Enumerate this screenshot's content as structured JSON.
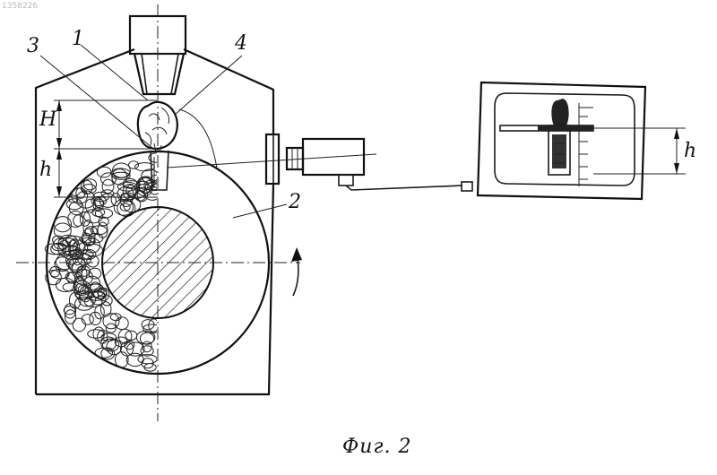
{
  "watermark": "1358226",
  "labels": {
    "n1": "1",
    "n2": "2",
    "n3": "3",
    "n4": "4",
    "H": "H",
    "h_left": "h",
    "h_right": "h"
  },
  "caption": "Фиг. 2"
}
